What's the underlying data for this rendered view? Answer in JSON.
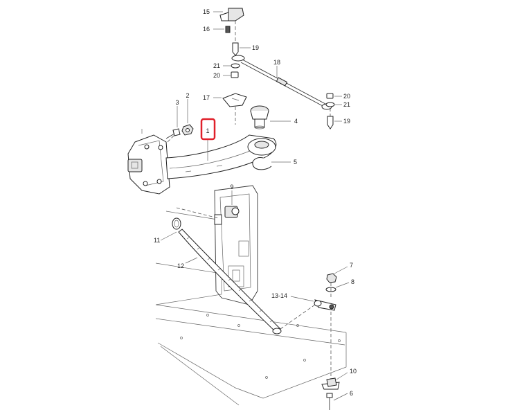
{
  "diagram": {
    "highlight_color": "#e0202a",
    "callouts": {
      "c1": "1",
      "c2": "2",
      "c3": "3",
      "c4": "4",
      "c5": "5",
      "c6": "6",
      "c7": "7",
      "c8": "8",
      "c9": "9",
      "c10": "10",
      "c11": "11",
      "c12": "12",
      "c13": "13-14",
      "c15": "15",
      "c16": "16",
      "c17": "17",
      "c18": "18",
      "c19a": "19",
      "c19b": "19",
      "c20a": "20",
      "c20b": "20",
      "c21a": "21",
      "c21b": "21"
    }
  }
}
